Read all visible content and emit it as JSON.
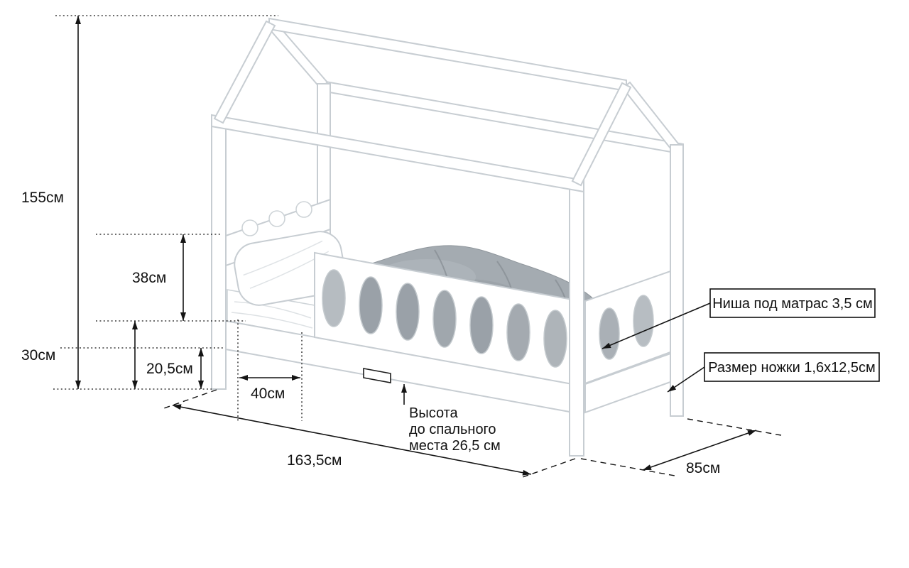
{
  "dimensions": {
    "height_total": "155см",
    "rail_height": "38см",
    "base_height": "30см",
    "underbed_clearance": "20,5см",
    "entry_width": "40см",
    "length": "163,5см",
    "depth": "85см"
  },
  "annotations": {
    "sleep_height_line1": "Высота",
    "sleep_height_line2": "до спального",
    "sleep_height_line3": "места 26,5 см",
    "mattress_niche": "Ниша под матрас 3,5 см",
    "leg_size": "Размер ножки 1,6x12,5см"
  },
  "colors": {
    "frame_outline": "#c7cdd2",
    "dimension_lines": "#141414",
    "blanket": "#a4abb1"
  }
}
